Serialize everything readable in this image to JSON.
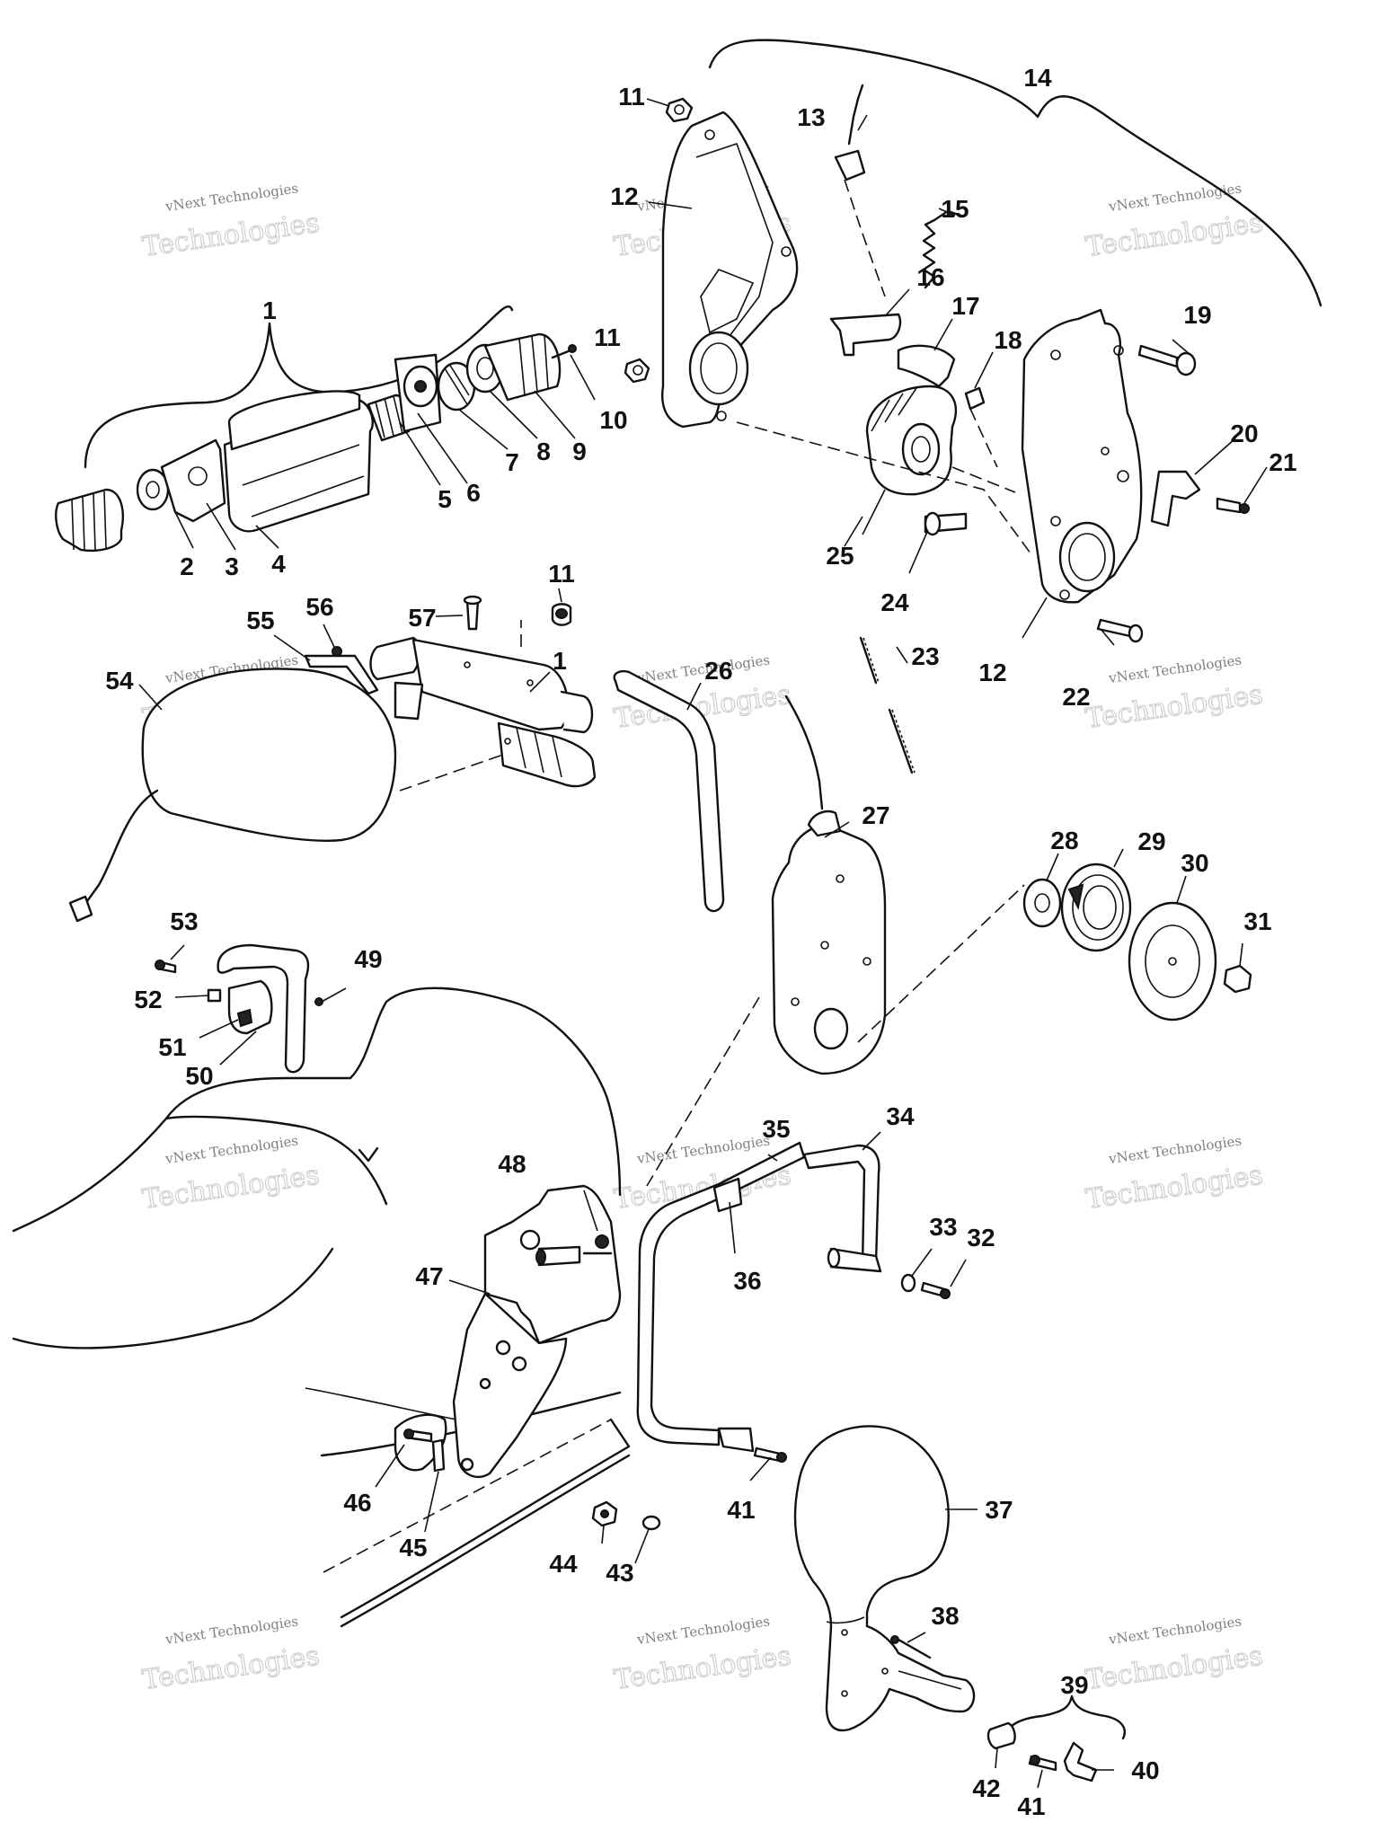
{
  "watermark": {
    "line1": "vNext Technologies",
    "line2": "Technologies"
  },
  "callouts": [
    {
      "id": "c1a",
      "text": "1"
    },
    {
      "id": "c2",
      "text": "2"
    },
    {
      "id": "c3",
      "text": "3"
    },
    {
      "id": "c4",
      "text": "4"
    },
    {
      "id": "c5",
      "text": "5"
    },
    {
      "id": "c6",
      "text": "6"
    },
    {
      "id": "c7",
      "text": "7"
    },
    {
      "id": "c8",
      "text": "8"
    },
    {
      "id": "c9",
      "text": "9"
    },
    {
      "id": "c10",
      "text": "10"
    },
    {
      "id": "c11a",
      "text": "11"
    },
    {
      "id": "c11b",
      "text": "11"
    },
    {
      "id": "c11c",
      "text": "11"
    },
    {
      "id": "c12a",
      "text": "12"
    },
    {
      "id": "c12b",
      "text": "12"
    },
    {
      "id": "c13",
      "text": "13"
    },
    {
      "id": "c14",
      "text": "14"
    },
    {
      "id": "c15",
      "text": "15"
    },
    {
      "id": "c16",
      "text": "16"
    },
    {
      "id": "c17",
      "text": "17"
    },
    {
      "id": "c18",
      "text": "18"
    },
    {
      "id": "c19",
      "text": "19"
    },
    {
      "id": "c20",
      "text": "20"
    },
    {
      "id": "c21",
      "text": "21"
    },
    {
      "id": "c22",
      "text": "22"
    },
    {
      "id": "c23",
      "text": "23"
    },
    {
      "id": "c24",
      "text": "24"
    },
    {
      "id": "c25",
      "text": "25"
    },
    {
      "id": "c26",
      "text": "26"
    },
    {
      "id": "c27",
      "text": "27"
    },
    {
      "id": "c28",
      "text": "28"
    },
    {
      "id": "c29",
      "text": "29"
    },
    {
      "id": "c30",
      "text": "30"
    },
    {
      "id": "c31",
      "text": "31"
    },
    {
      "id": "c32",
      "text": "32"
    },
    {
      "id": "c33",
      "text": "33"
    },
    {
      "id": "c34",
      "text": "34"
    },
    {
      "id": "c35",
      "text": "35"
    },
    {
      "id": "c36",
      "text": "36"
    },
    {
      "id": "c37",
      "text": "37"
    },
    {
      "id": "c38",
      "text": "38"
    },
    {
      "id": "c39",
      "text": "39"
    },
    {
      "id": "c40",
      "text": "40"
    },
    {
      "id": "c41a",
      "text": "41"
    },
    {
      "id": "c41b",
      "text": "41"
    },
    {
      "id": "c42",
      "text": "42"
    },
    {
      "id": "c43",
      "text": "43"
    },
    {
      "id": "c44",
      "text": "44"
    },
    {
      "id": "c45",
      "text": "45"
    },
    {
      "id": "c46",
      "text": "46"
    },
    {
      "id": "c47",
      "text": "47"
    },
    {
      "id": "c48",
      "text": "48"
    },
    {
      "id": "c49",
      "text": "49"
    },
    {
      "id": "c50",
      "text": "50"
    },
    {
      "id": "c51",
      "text": "51"
    },
    {
      "id": "c52",
      "text": "52"
    },
    {
      "id": "c53",
      "text": "53"
    },
    {
      "id": "c54",
      "text": "54"
    },
    {
      "id": "c55",
      "text": "55"
    },
    {
      "id": "c56",
      "text": "56"
    },
    {
      "id": "c57",
      "text": "57"
    },
    {
      "id": "c1b",
      "text": "1"
    }
  ]
}
